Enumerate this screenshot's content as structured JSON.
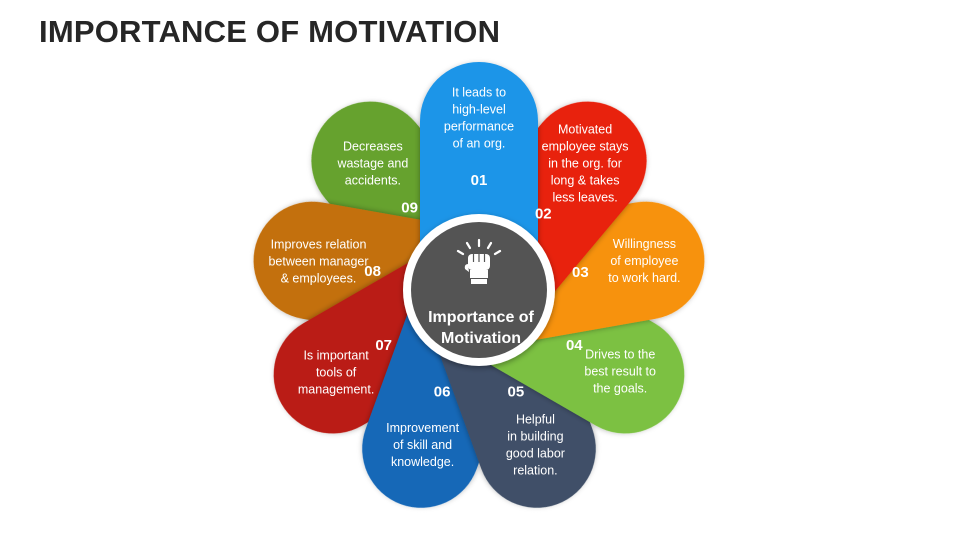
{
  "title": "IMPORTANCE OF MOTIVATION",
  "center": {
    "lines": [
      "Importance of",
      "Motivation"
    ],
    "icon": "raised-fist-icon"
  },
  "petals": [
    {
      "number": "01",
      "lines": [
        "It leads to",
        "high-level",
        "performance",
        "of an org."
      ],
      "color": "#1E95E8"
    },
    {
      "number": "02",
      "lines": [
        "Motivated",
        "employee stays",
        "in the org. for",
        "long  & takes",
        "less leaves."
      ],
      "color": "#E8240E"
    },
    {
      "number": "03",
      "lines": [
        "Willingness",
        "of employee",
        "to work hard."
      ],
      "color": "#F7920F"
    },
    {
      "number": "04",
      "lines": [
        "Drives to the",
        "best result to",
        "the goals."
      ],
      "color": "#7CC142"
    },
    {
      "number": "05",
      "lines": [
        "Helpful",
        "in building",
        "good labor",
        "relation."
      ],
      "color": "#3F5068"
    },
    {
      "number": "06",
      "lines": [
        "Improvement",
        "of skill and",
        "knowledge."
      ],
      "color": "#1467B7"
    },
    {
      "number": "07",
      "lines": [
        "Is important",
        "tools of",
        "management."
      ],
      "color": "#BA1C13"
    },
    {
      "number": "08",
      "lines": [
        "Improves relation",
        "between manager",
        "& employees."
      ],
      "color": "#C3700D"
    },
    {
      "number": "09",
      "lines": [
        "Decreases",
        "wastage and",
        "accidents."
      ],
      "color": "#66A22F"
    }
  ],
  "center_colors": {
    "ring": "#ffffff",
    "disc": "#545454"
  }
}
